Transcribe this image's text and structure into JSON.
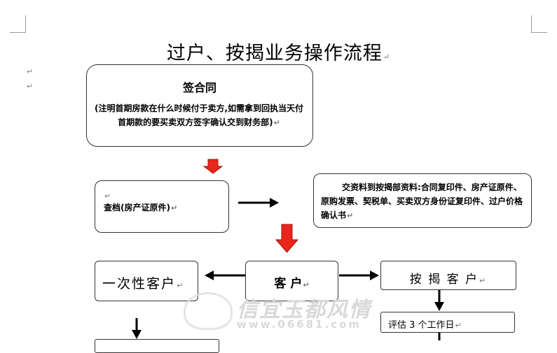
{
  "title": "过户、按揭业务操作流程",
  "paragraph_mark": "↵",
  "sign_contract": {
    "heading": "签合同",
    "note": "(注明首期房款在什么时候付于卖方,如需拿到回执当天付首期款的要买卖双方签字确认交到财务部)"
  },
  "check_file": {
    "label": "查档(房产证原件)"
  },
  "submit_docs": {
    "text": "交资料到按揭部资料:合同复印件、房产证原件、原购发票、契税单、买卖双方身份证复印件、过户价格确认书"
  },
  "one_time_customer": {
    "label": "一次性客户"
  },
  "customer": {
    "label": "客 户"
  },
  "mortgage_customer": {
    "label": "按 揭 客 户"
  },
  "appraisal": {
    "label": "评估 3 个工作日"
  },
  "watermark": {
    "text": "信宜玉都风情",
    "url": "www.06681.com"
  },
  "colors": {
    "red_arrow": "#e8261c",
    "border": "#333333",
    "watermark": "#d9d9d9"
  }
}
